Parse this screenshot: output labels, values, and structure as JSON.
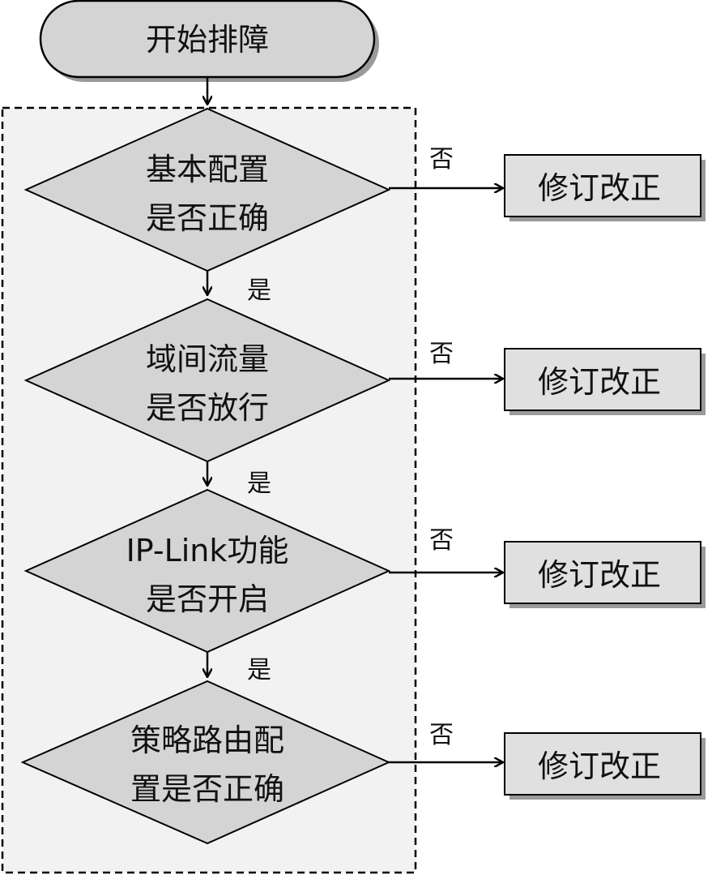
{
  "start": {
    "label": "开始排障"
  },
  "decisions": [
    {
      "line1": "基本配置",
      "line2": "是否正确",
      "no_label": "否",
      "yes_label": "是",
      "action": "修订改正"
    },
    {
      "line1": "域间流量",
      "line2": "是否放行",
      "no_label": "否",
      "yes_label": "是",
      "action": "修订改正"
    },
    {
      "line1": "IP-Link功能",
      "line2": "是否开启",
      "no_label": "否",
      "yes_label": "是",
      "action": "修订改正"
    },
    {
      "line1": "策略路由配",
      "line2": "置是否正确",
      "no_label": "否",
      "action": "修订改正"
    }
  ],
  "colors": {
    "shape_fill": "#d4d4d4",
    "box_fill": "#e0e0e0",
    "group_fill": "#f2f2f2",
    "stroke": "#000000",
    "shadow": "#9a9a9a"
  }
}
